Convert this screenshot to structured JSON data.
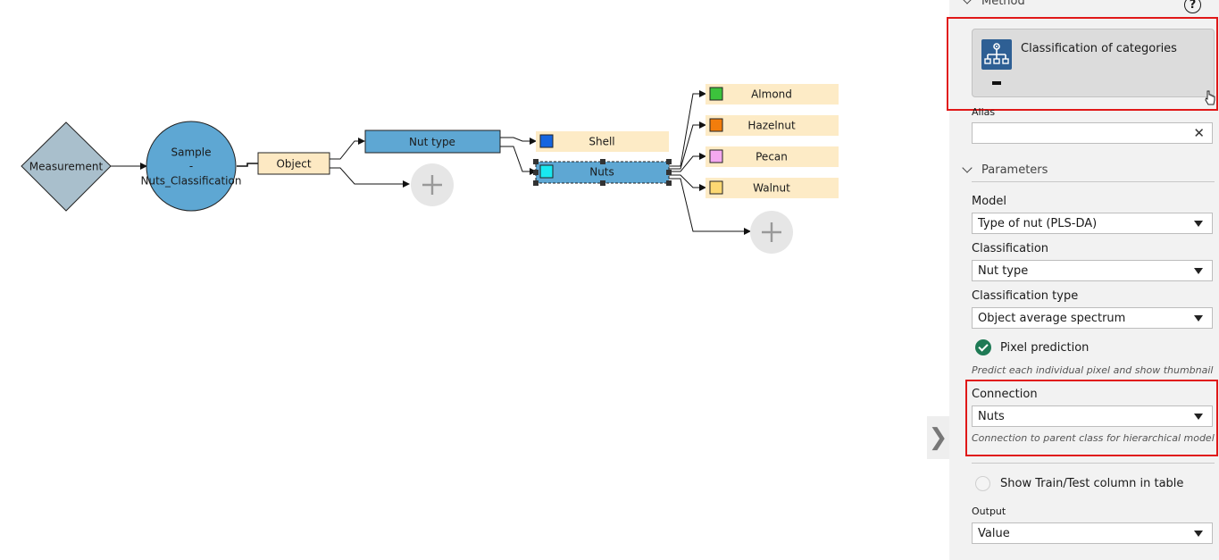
{
  "graph": {
    "nodes": {
      "measurement": "Measurement",
      "sample_line1": "Sample",
      "sample_line2": "-",
      "sample_line3": "Nuts_Classification",
      "object": "Object",
      "nut_type": "Nut type",
      "shell": "Shell",
      "nuts": "Nuts",
      "almond": "Almond",
      "hazelnut": "Hazelnut",
      "pecan": "Pecan",
      "walnut": "Walnut"
    },
    "class_colors": {
      "shell": "#1565e0",
      "nuts": "#19e8f0",
      "almond": "#3cc23c",
      "hazelnut": "#f27d0c",
      "pecan": "#f4a8f0",
      "walnut": "#fcd873"
    },
    "colors": {
      "measurement": "#a9bfcc",
      "sample": "#5ea7d3",
      "label_box": "#fde9c3",
      "category_bar": "#fdebc6"
    }
  },
  "panel": {
    "method_section": "Method",
    "help_glyph": "?",
    "method_title": "Classification of categories",
    "alias_label": "Alias",
    "alias_value": "",
    "alias_clear": "✕",
    "parameters_section": "Parameters",
    "model_label": "Model",
    "model_value": "Type of nut (PLS-DA)",
    "classification_label": "Classification",
    "classification_value": "Nut type",
    "classification_type_label": "Classification type",
    "classification_type_value": "Object average spectrum",
    "pixel_prediction_label": "Pixel prediction",
    "pixel_prediction_checked": true,
    "pixel_prediction_hint": "Predict each individual pixel and show thumbnail",
    "connection_label": "Connection",
    "connection_value": "Nuts",
    "connection_hint": "Connection to parent class for hierarchical model",
    "show_train_test_label": "Show Train/Test column in table",
    "show_train_test_checked": false,
    "output_label": "Output",
    "output_value": "Value"
  },
  "collapse_glyph": "❯"
}
